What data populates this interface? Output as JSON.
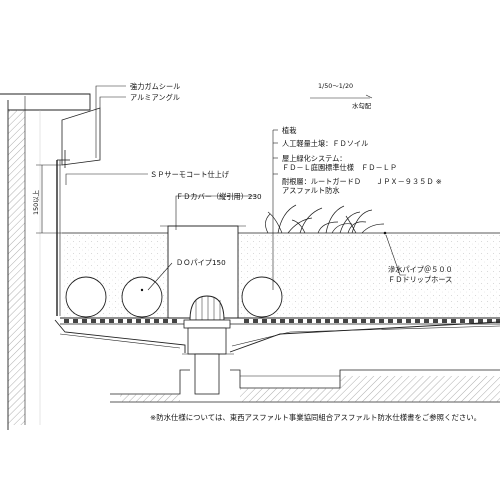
{
  "labels": {
    "sealant": "強力ガムシール",
    "angle": "アルミアングル",
    "sp_coat": "ＳＰサーモコート仕上げ",
    "height_150": "150以上",
    "fd_cover": "ＦＤカバー（縦引用）230",
    "do_pipe": "ＤＯパイプ150",
    "slope": "1/50～1/20",
    "slope_label": "水勾配",
    "plants": "植栽",
    "soil": "人工軽量土壌：ＦＤソイル",
    "system_1": "屋上緑化システム：",
    "system_2": "ＦＤ－Ｌ庭園標準仕様　ＦＤ－ＬＰ",
    "root_guard": "耐根層：ルートガードＤ",
    "asphalt": "アスファルト防水",
    "jpx": "ＪＰＸ－９３５Ｄ ※",
    "drain_pipe_1": "滲水パイプ＠５００",
    "drain_pipe_2": "ＦＤドリップホース"
  },
  "footnote": "※防水仕様については、東西アスファルト事業協同組合アスファルト防水仕様書をご参照ください。"
}
